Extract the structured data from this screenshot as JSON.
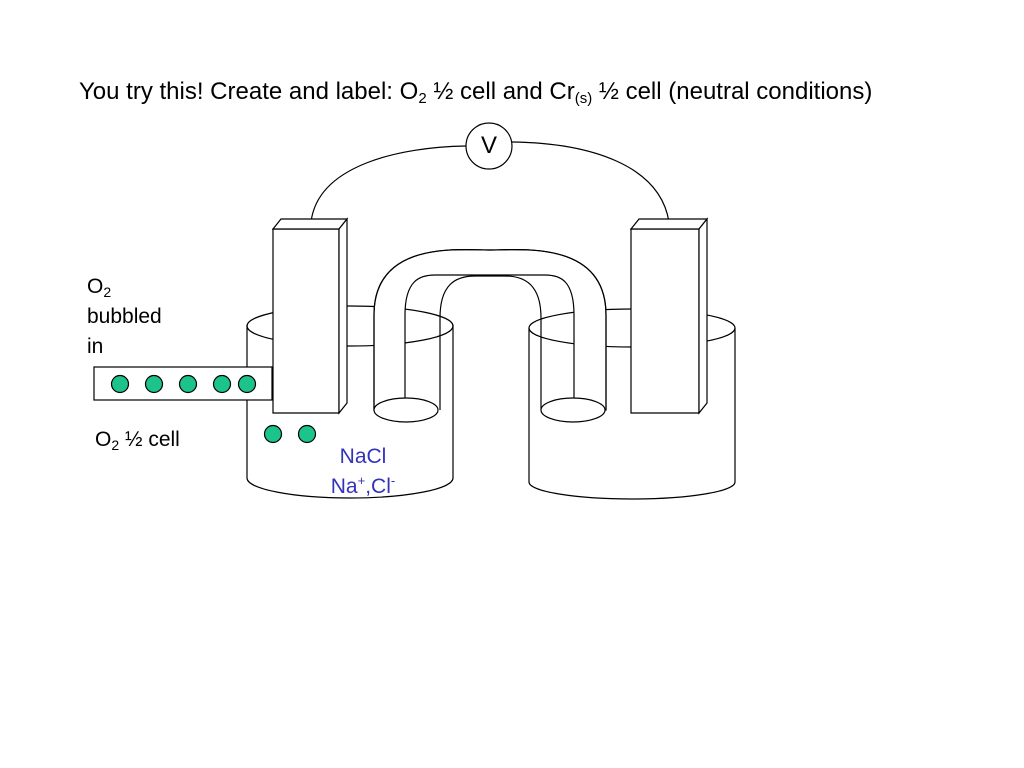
{
  "title": {
    "line_start": "You try this!  Create and label: O",
    "o2_sub": "2",
    "line_mid": " ½ cell and Cr",
    "cr_sub": "(s)",
    "line_end": " ½ cell (neutral conditions)"
  },
  "voltmeter": {
    "label": "V"
  },
  "o2_bubbled_label": {
    "formula": "O",
    "sub": "2",
    "line2": "bubbled",
    "line3": "in"
  },
  "o2_half_cell_label": {
    "formula": "O",
    "sub": "2",
    "rest": " ½ cell"
  },
  "electrolyte_label": {
    "line1": "NaCl",
    "line2_a": "Na",
    "line2_a_sup": "+",
    "line2_b": ",Cl",
    "line2_b_sup": "-",
    "color": "#3333bb"
  },
  "bubble_color": "#1cc48c"
}
